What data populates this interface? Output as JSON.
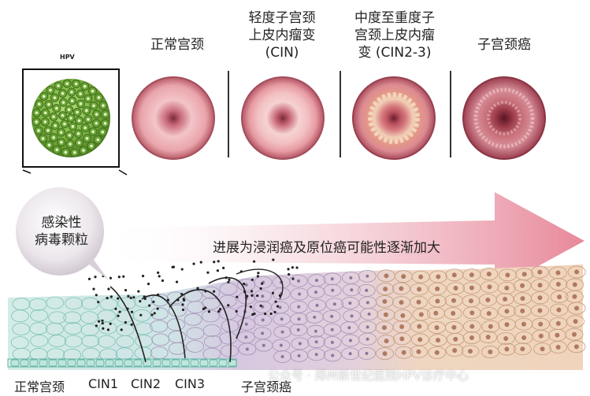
{
  "hpv": {
    "label": "HPV"
  },
  "stages": [
    {
      "id": "normal",
      "title": "正常宫颈"
    },
    {
      "id": "cin1",
      "title": "轻度子宫颈\n上皮内瘤变\n(CIN)"
    },
    {
      "id": "cin23",
      "title": "中度至重度子\n宫颈上皮内瘤\n变 (CIN2-3)"
    },
    {
      "id": "cancer",
      "title": "子宫颈癌"
    }
  ],
  "bubble": {
    "text": "感染性\n病毒颗粒"
  },
  "arrow": {
    "text": "进展为浸润癌及原位癌可能性逐渐加大"
  },
  "bottom_labels": {
    "normal": "正常宫颈",
    "cin1": "CIN1",
    "cin2": "CIN2",
    "cin3": "CIN3",
    "cancer": "子宫颈癌"
  },
  "watermark": {
    "text": "公众号 · 郑州新世纪医院HPV诊疗中心"
  },
  "colors": {
    "virus_green": "#7cb342",
    "cervix_pink": "#e8a0a8",
    "arrow_pink": "#e8889a",
    "cell_teal": "#bfe3dc",
    "cell_purple": "#c9b6d6",
    "cell_tan": "#ecc9ae"
  }
}
